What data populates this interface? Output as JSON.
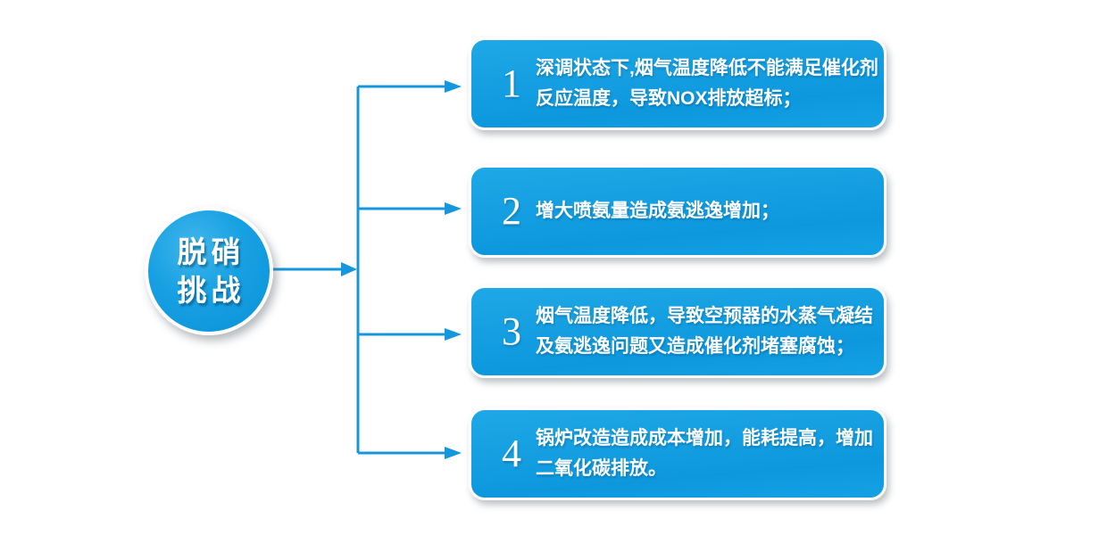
{
  "diagram": {
    "hub": {
      "lines": [
        "脱硝",
        "挑战"
      ]
    },
    "boxes": [
      {
        "number": "1",
        "lines": [
          "深调状态下,烟气温度降低不能满足催化剂",
          "反应温度，导致NOX排放超标；"
        ]
      },
      {
        "number": "2",
        "lines": [
          "增大喷氨量造成氨逃逸增加；"
        ]
      },
      {
        "number": "3",
        "lines": [
          "烟气温度降低，导致空预器的水蒸气凝结",
          "及氨逃逸问题又造成催化剂堵塞腐蚀；"
        ]
      },
      {
        "number": "4",
        "lines": [
          "锅炉改造造成成本增加，能耗提高，增加",
          "二氧化碳排放。"
        ]
      }
    ]
  },
  "colors": {
    "connector": "#1497dc",
    "box_gradient_top": "#1ea8e6",
    "box_gradient_bottom": "#0d98de",
    "circle_highlight": "#41b6ec",
    "circle_base": "#0b92d8",
    "text": "#ffffff"
  }
}
